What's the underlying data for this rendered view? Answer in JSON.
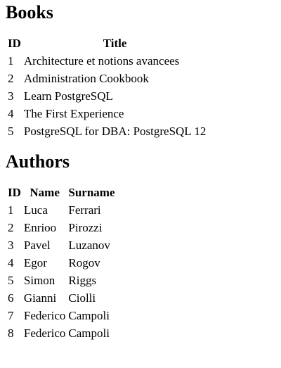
{
  "books": {
    "heading": "Books",
    "columns": [
      "ID",
      "Title"
    ],
    "rows": [
      {
        "id": "1",
        "title": "Architecture et notions avancees"
      },
      {
        "id": "2",
        "title": "Administration Cookbook"
      },
      {
        "id": "3",
        "title": "Learn PostgreSQL"
      },
      {
        "id": "4",
        "title": "The First Experience"
      },
      {
        "id": "5",
        "title": "PostgreSQL for DBA: PostgreSQL 12"
      }
    ]
  },
  "authors": {
    "heading": "Authors",
    "columns": [
      "ID",
      "Name",
      "Surname"
    ],
    "rows": [
      {
        "id": "1",
        "name": "Luca",
        "surname": "Ferrari"
      },
      {
        "id": "2",
        "name": "Enrioo",
        "surname": "Pirozzi"
      },
      {
        "id": "3",
        "name": "Pavel",
        "surname": "Luzanov"
      },
      {
        "id": "4",
        "name": "Egor",
        "surname": "Rogov"
      },
      {
        "id": "5",
        "name": "Simon",
        "surname": "Riggs"
      },
      {
        "id": "6",
        "name": "Gianni",
        "surname": "Ciolli"
      },
      {
        "id": "7",
        "name": "Federico",
        "surname": "Campoli"
      },
      {
        "id": "8",
        "name": "Federico",
        "surname": "Campoli"
      }
    ]
  }
}
